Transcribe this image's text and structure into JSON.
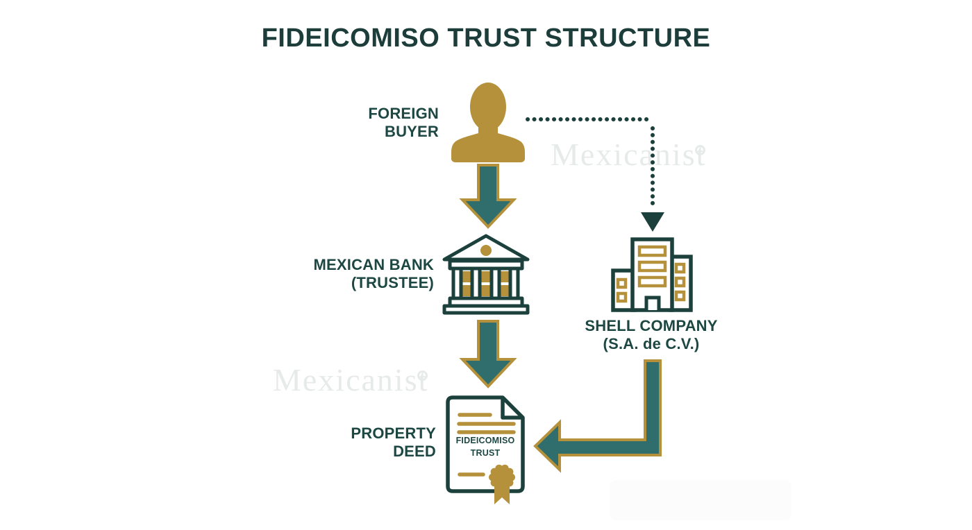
{
  "title": "FIDEICOMISO TRUST STRUCTURE",
  "watermark": {
    "text": "Mexicanist"
  },
  "colors": {
    "dark_teal_text": "#1d4742",
    "icon_outline_teal": "#1c403c",
    "arrow_teal_fill": "#2f6e6c",
    "gold": "#b5913c",
    "watermark_gray": "#e6ebe9"
  },
  "nodes": {
    "foreign_buyer": {
      "icon": "person-icon",
      "label_line1": "FOREIGN",
      "label_line2": "BUYER"
    },
    "mexican_bank": {
      "icon": "bank-icon",
      "label_line1": "MEXICAN BANK",
      "label_line2": "(TRUSTEE)"
    },
    "shell_company": {
      "icon": "office-building-icon",
      "label_line1": "SHELL COMPANY",
      "label_line2": "(S.A. de C.V.)"
    },
    "property_deed": {
      "icon": "deed-document-icon",
      "label_line1": "PROPERTY",
      "label_line2": "DEED",
      "document_text_line1": "FIDEICOMISO",
      "document_text_line2": "TRUST"
    }
  },
  "edges": [
    {
      "from": "FOREIGN BUYER",
      "to": "MEXICAN BANK (TRUSTEE)",
      "style": "solid block arrow down"
    },
    {
      "from": "FOREIGN BUYER",
      "to": "SHELL COMPANY (S.A. de C.V.)",
      "style": "dotted arrow right then down"
    },
    {
      "from": "MEXICAN BANK (TRUSTEE)",
      "to": "PROPERTY DEED",
      "style": "solid block arrow down"
    },
    {
      "from": "SHELL COMPANY (S.A. de C.V.)",
      "to": "PROPERTY DEED",
      "style": "solid block arrow down then left"
    }
  ]
}
